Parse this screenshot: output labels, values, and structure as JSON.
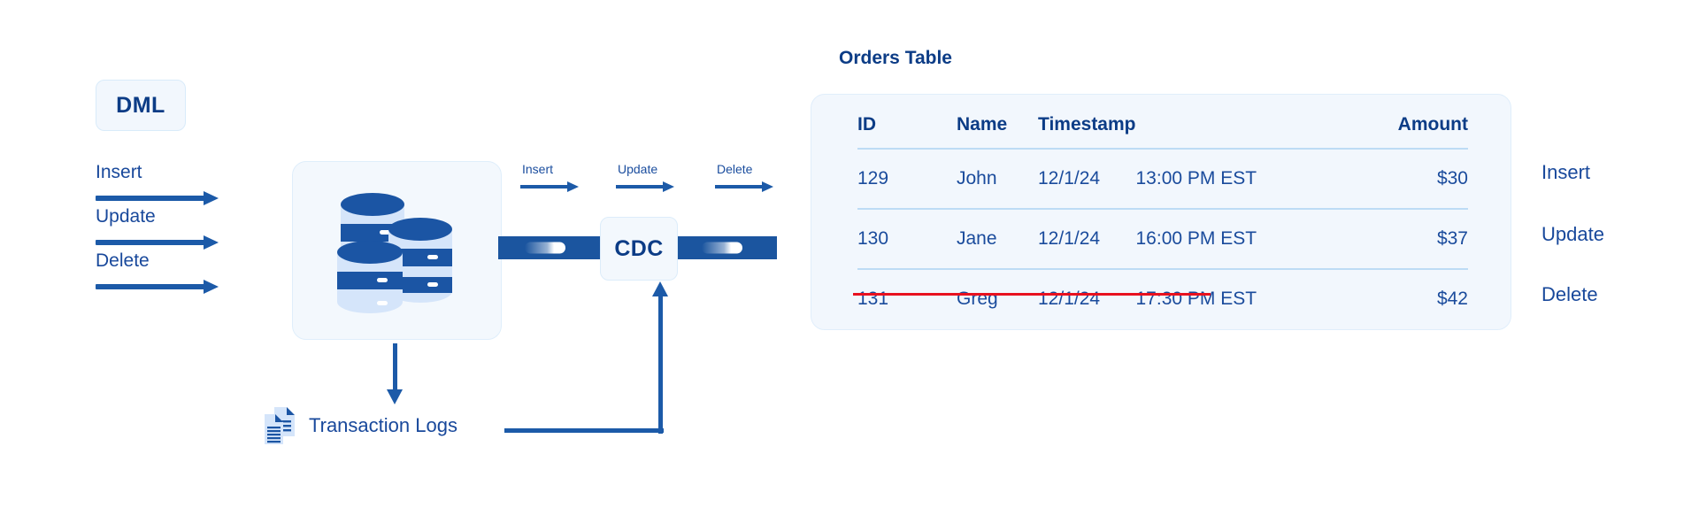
{
  "title": "CDC Change Data Capture Diagram",
  "colors": {
    "primary_dark": "#0c3c86",
    "primary": "#1c5aa8",
    "text_blue": "#18489b",
    "panel_bg": "#f2f7fd",
    "panel_border": "#dfeefb",
    "rule": "#bddcf5",
    "delete_red": "#e8111f",
    "db_dark": "#1b55a4",
    "db_light": "#d5e5fa"
  },
  "dml": {
    "badge_label": "DML",
    "operations": [
      {
        "label": "Insert",
        "name": "insert"
      },
      {
        "label": "Update",
        "name": "update"
      },
      {
        "label": "Delete",
        "name": "delete"
      }
    ]
  },
  "database": {
    "icon_name": "database-stack-icon"
  },
  "stream_ops": [
    {
      "label": "Insert"
    },
    {
      "label": "Update"
    },
    {
      "label": "Delete"
    }
  ],
  "cdc": {
    "label": "CDC"
  },
  "transaction_logs": {
    "label": "Transaction Logs",
    "icon_name": "documents-icon"
  },
  "orders": {
    "title": "Orders Table",
    "columns": [
      "ID",
      "Name",
      "Timestamp",
      "",
      "Amount"
    ],
    "rows": [
      {
        "id": "129",
        "name": "John",
        "date": "12/1/24",
        "time": "13:00 PM EST",
        "amount": "$30",
        "operation": "Insert",
        "deleted": false
      },
      {
        "id": "130",
        "name": "Jane",
        "date": "12/1/24",
        "time": "16:00 PM EST",
        "amount": "$37",
        "operation": "Update",
        "deleted": false
      },
      {
        "id": "131",
        "name": "Greg",
        "date": "12/1/24",
        "time": "17:30 PM EST",
        "amount": "$42",
        "operation": "Delete",
        "deleted": true
      }
    ]
  },
  "side_operations": [
    {
      "label": "Insert"
    },
    {
      "label": "Update"
    },
    {
      "label": "Delete"
    }
  ]
}
